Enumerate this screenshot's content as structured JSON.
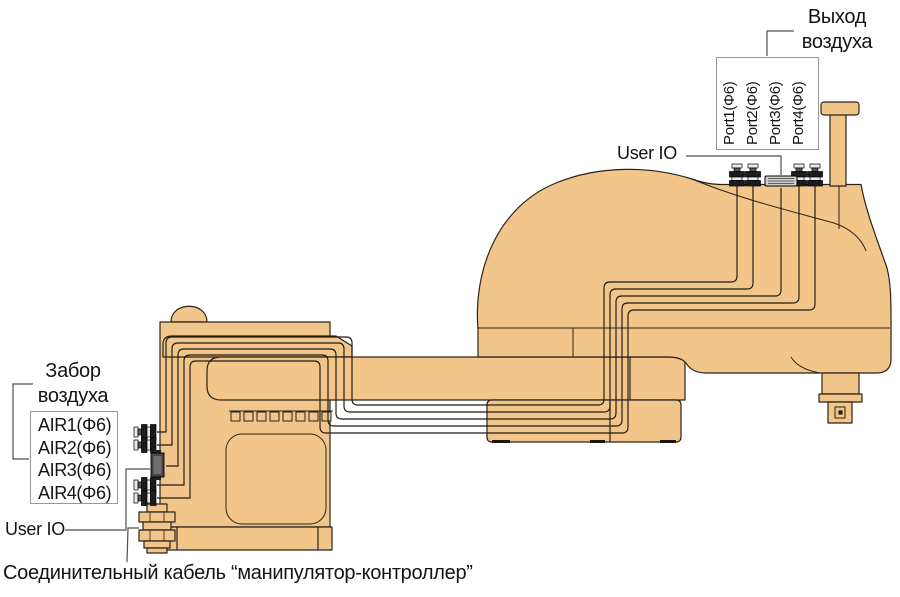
{
  "diagram": {
    "title_hint": "SCARA manipulator pneumatic and IO connections",
    "air_outlet": {
      "label_line1": "Выход",
      "label_line2": "воздуха",
      "ports": [
        "Port1(Φ6)",
        "Port2(Φ6)",
        "Port3(Φ6)",
        "Port4(Φ6)"
      ]
    },
    "user_io_top": "User IO",
    "air_intake": {
      "label_line1": "Забор",
      "label_line2": "воздуха",
      "ports": [
        "AIR1(Φ6)",
        "AIR2(Φ6)",
        "AIR3(Φ6)",
        "AIR4(Φ6)"
      ]
    },
    "user_io_bottom": "User IO",
    "cable_label": "Соединительный кабель “манипулятор-контроллер”",
    "colors": {
      "body_fill": "#F2C58A",
      "outline": "#2B2317",
      "leader_line": "#4f4f4f",
      "box_border": "#979797"
    }
  }
}
